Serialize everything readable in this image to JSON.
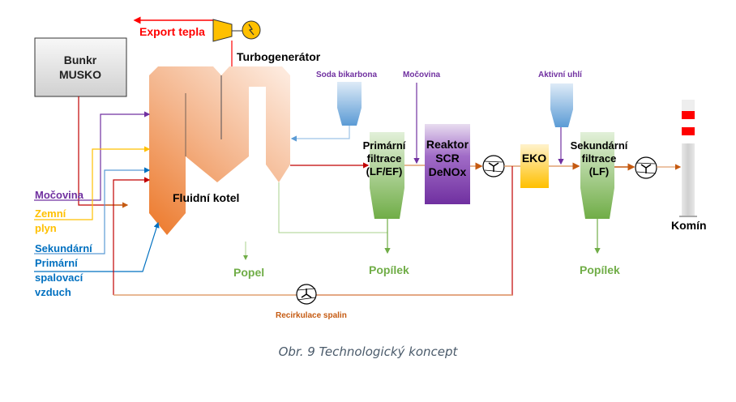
{
  "diagram": {
    "labels": {
      "export": "Export tepla",
      "turbogenerator": "Turbogenerátor",
      "bunker_line1": "Bunkr",
      "bunker_line2": "MUSKO",
      "soda": "Soda bikarbona",
      "urea_top": "Močovina",
      "active_carbon": "Aktivní uhlí",
      "boiler": "Fluidní kotel",
      "primary_filter_line1": "Primární",
      "primary_filter_line2": "filtrace",
      "primary_filter_line3": "(LF/EF)",
      "reactor_line1": "Reaktor",
      "reactor_line2": "SCR",
      "reactor_line3": "DeNOx",
      "eko": "EKO",
      "secondary_filter_line1": "Sekundární",
      "secondary_filter_line2": "filtrace",
      "secondary_filter_line3": "(LF)",
      "chimney": "Komín",
      "popel": "Popel",
      "popilek1": "Popílek",
      "popilek2": "Popílek",
      "recirculation": "Recirkulace spalin",
      "input_urea": "Močovina",
      "input_gas_line1": "Zemní",
      "input_gas_line2": "plyn",
      "input_secondary": "Sekundární",
      "input_primary_line1": "Primární",
      "input_primary_line2": "spalovací",
      "input_primary_line3": "vzduch"
    },
    "colors": {
      "red": "#c00000",
      "export_red": "#ff0000",
      "purple": "#7030a0",
      "yellow": "#ffc000",
      "blue": "#0070c0",
      "light_blue": "#9dc3e6",
      "green": "#70ad47",
      "orange_line": "#e0a070",
      "recirc_text": "#c55a11",
      "popel_green": "#70ad47"
    }
  },
  "caption": "Obr. 9 Technologický koncept"
}
